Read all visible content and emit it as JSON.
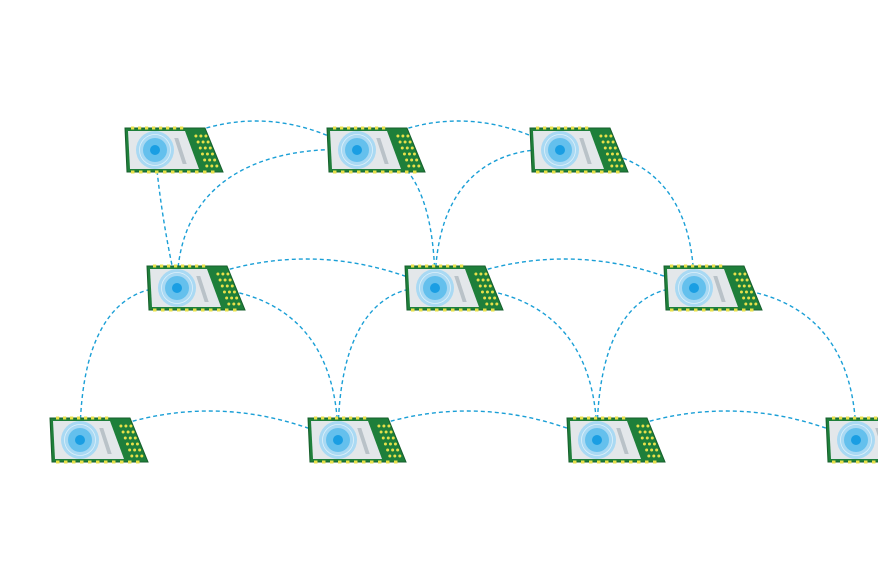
{
  "diagram": {
    "type": "mesh-network",
    "node_kind": "radio module",
    "node_icon": "wireless-signal-icon",
    "colors": {
      "link": "#1a9fd6",
      "signal_outer": "#9fd6f5",
      "signal_mid": "#5cbcec",
      "signal_core": "#1a9ee3",
      "pcb_green": "#1e7f3a",
      "pcb_dark": "#175f2c",
      "shield": "#e3e7ea",
      "pin_yellow": "#e8e04a",
      "background": "#ffffff"
    },
    "nodes": [
      {
        "id": "r1-a",
        "row": 1,
        "col": 1
      },
      {
        "id": "r1-b",
        "row": 1,
        "col": 2
      },
      {
        "id": "r1-c",
        "row": 1,
        "col": 3
      },
      {
        "id": "r2-a",
        "row": 2,
        "col": 1
      },
      {
        "id": "r2-b",
        "row": 2,
        "col": 2
      },
      {
        "id": "r2-c",
        "row": 2,
        "col": 3
      },
      {
        "id": "r3-a",
        "row": 3,
        "col": 1
      },
      {
        "id": "r3-b",
        "row": 3,
        "col": 2
      },
      {
        "id": "r3-c",
        "row": 3,
        "col": 3
      },
      {
        "id": "r3-d",
        "row": 3,
        "col": 4
      }
    ],
    "links": [
      {
        "from": "r1-a",
        "to": "r1-b"
      },
      {
        "from": "r1-b",
        "to": "r1-c"
      },
      {
        "from": "r1-a",
        "to": "r2-a"
      },
      {
        "from": "r1-b",
        "to": "r2-a"
      },
      {
        "from": "r1-b",
        "to": "r2-b"
      },
      {
        "from": "r1-c",
        "to": "r2-b"
      },
      {
        "from": "r1-c",
        "to": "r2-c"
      },
      {
        "from": "r2-a",
        "to": "r2-b"
      },
      {
        "from": "r2-b",
        "to": "r2-c"
      },
      {
        "from": "r2-a",
        "to": "r3-a"
      },
      {
        "from": "r2-a",
        "to": "r3-b"
      },
      {
        "from": "r2-b",
        "to": "r3-b"
      },
      {
        "from": "r2-b",
        "to": "r3-c"
      },
      {
        "from": "r2-c",
        "to": "r3-c"
      },
      {
        "from": "r2-c",
        "to": "r3-d"
      },
      {
        "from": "r3-a",
        "to": "r3-b"
      },
      {
        "from": "r3-b",
        "to": "r3-c"
      },
      {
        "from": "r3-c",
        "to": "r3-d"
      }
    ]
  }
}
